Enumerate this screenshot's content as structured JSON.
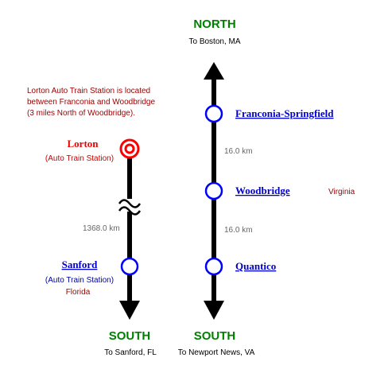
{
  "north": {
    "label": "NORTH",
    "dest": "To Boston, MA"
  },
  "south_left": {
    "label": "SOUTH",
    "dest": "To Sanford, FL"
  },
  "south_right": {
    "label": "SOUTH",
    "dest": "To Newport News, VA"
  },
  "note": {
    "line1": "Lorton Auto Train Station is located",
    "line2": "between Franconia and Woodbridge",
    "line3": "(3 miles North of Woodbridge)."
  },
  "lorton": {
    "name": "Lorton",
    "sub": "(Auto Train Station)"
  },
  "sanford": {
    "name": "Sanford",
    "sub": "(Auto Train Station)",
    "region": "Florida"
  },
  "stations": {
    "franconia": "Franconia-Springfield",
    "woodbridge": "Woodbridge",
    "quantico": "Quantico"
  },
  "region_virginia": "Virginia",
  "distances": {
    "lorton_sanford": "1368.0 km",
    "franconia_woodbridge": "16.0 km",
    "woodbridge_quantico": "16.0 km"
  },
  "colors": {
    "line": "#000000",
    "station_ring": "#0000ff",
    "lorton_ring": "#ff0000",
    "direction": "#008000"
  }
}
